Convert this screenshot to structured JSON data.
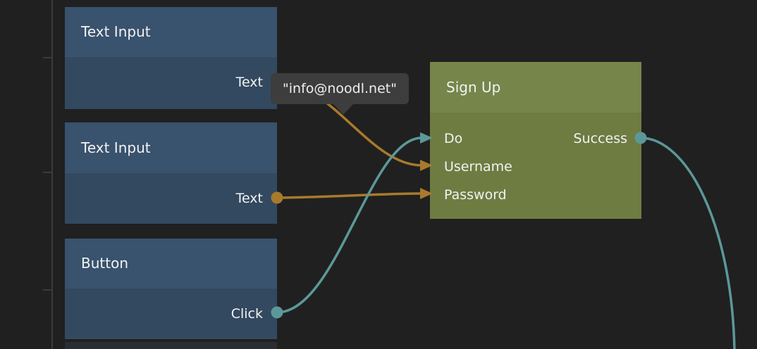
{
  "palette": {
    "background": "#202020",
    "node_blue_header": "#39526d",
    "node_blue_body": "#334960",
    "node_green_header": "#76854a",
    "node_green_body": "#6e7c42",
    "signal_color": "#5c9899",
    "data_color": "#a87a2c",
    "tooltip_bg": "#3d3d3d",
    "text_color": "#f2f2f2"
  },
  "nodes": [
    {
      "title": "Text Input",
      "outputs": [
        {
          "label": "Text",
          "kind": "data"
        }
      ]
    },
    {
      "title": "Text Input",
      "outputs": [
        {
          "label": "Text",
          "kind": "data"
        }
      ]
    },
    {
      "title": "Button",
      "outputs": [
        {
          "label": "Click",
          "kind": "signal"
        }
      ]
    },
    {
      "title": "Sign Up",
      "inputs": [
        {
          "label": "Do",
          "kind": "signal"
        },
        {
          "label": "Username",
          "kind": "data"
        },
        {
          "label": "Password",
          "kind": "data"
        }
      ],
      "outputs": [
        {
          "label": "Success",
          "kind": "signal"
        }
      ]
    }
  ],
  "tooltip": {
    "text": "\"info@noodl.net\""
  },
  "connections": [
    {
      "from": "Text Input 1 / Text",
      "to": "Sign Up / Username",
      "kind": "data"
    },
    {
      "from": "Text Input 2 / Text",
      "to": "Sign Up / Password",
      "kind": "data"
    },
    {
      "from": "Button / Click",
      "to": "Sign Up / Do",
      "kind": "signal"
    },
    {
      "from": "Sign Up / Success",
      "to": "offscreen-bottom",
      "kind": "signal"
    }
  ]
}
